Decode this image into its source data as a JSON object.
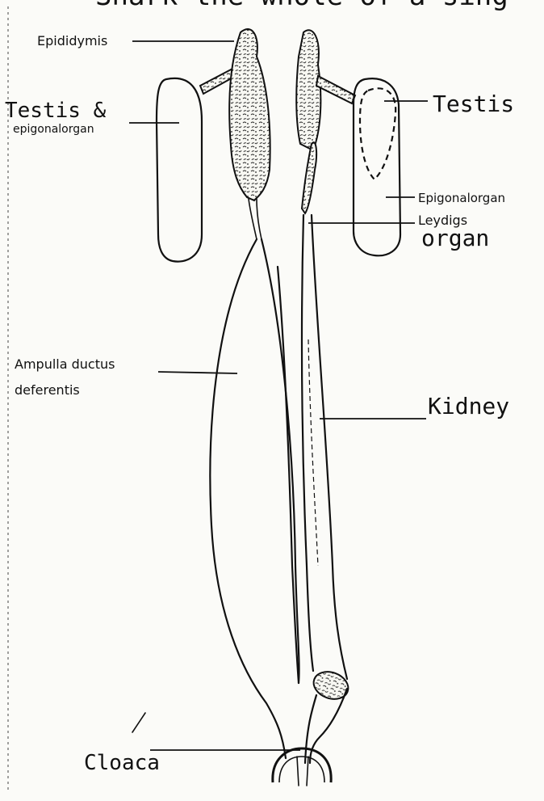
{
  "header": {
    "cut_text": "Shark the whole of a sing"
  },
  "labels": {
    "epididymis": "Epididymis",
    "testis_epigonal_line1": "Testis &",
    "testis_epigonal_line2": "epigonalorgan",
    "testis_right": "Testis",
    "epigonalorgan_right": "Epigonalorgan",
    "leydigs_line1": "Leydigs",
    "leydigs_line2": "organ",
    "ampulla_line1": "Ampulla ductus",
    "ampulla_line2": "deferentis",
    "kidney": "Kidney",
    "cloaca": "Cloaca"
  },
  "icons": {
    "paired-reproductive-organs": "anatomical line drawing"
  }
}
